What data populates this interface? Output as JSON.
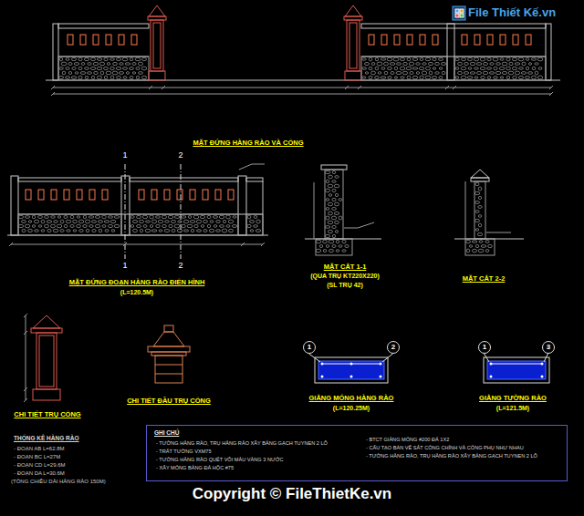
{
  "diagram": {
    "nodes": [
      {
        "text": [
          "GHI CHÚ",
          "- TƯỜNG HÀNG RÀO, TRỤ HÀNG RÀO XÂY BẰNG GẠCH TUYNEN 2 LỖ",
          "- TRÁT TƯỜNG VXM75",
          "- TƯỜNG HÀNG RÀO QUÉT VÔI MÀU VÀNG 3 NƯỚC",
          "- XÂY MÓNG BẰNG ĐÁ HỘC #75",
          "- BTCT GIẰNG MÓNG #200 ĐÁ 1X2",
          "- CẤU TẠO BẢN VẼ SẮT CỔNG CHÍNH VÀ CỔNG PHỤ NHƯ NHAU",
          "- TƯỜNG HÀNG RÀO, TRỤ HÀNG RÀO XÂY BẰNG GẠCH TUYNEN 2 LỖ"
        ]
      },
      {
        "text": [
          "1"
        ]
      },
      {
        "text": [
          "2"
        ]
      },
      {
        "text": [
          "1"
        ]
      },
      {
        "text": [
          "3"
        ]
      }
    ],
    "labels": [
      "File Thiết Kế.vn",
      "MẶT ĐỨNG HÀNG RÀO VÀ CỔNG",
      "1",
      "2",
      "1",
      "2",
      "MẶT ĐỨNG ĐOẠN HÀNG RÀO ĐIỂN HÌNH",
      "(L=120.5M)",
      "MẶT CẮT 1-1",
      "(QUA TRỤ KT220X220)",
      "(SL TRỤ 42)",
      "MẶT CẮT 2-2",
      "CHI TIẾT TRỤ CỔNG",
      "CHI TIẾT ĐẦU TRỤ CỔNG",
      "GIẰNG MÓNG HÀNG RÀO",
      "(L=120.25M)",
      "GIẰNG TƯỜNG RÀO",
      "(L=121.5M)",
      "THỐNG KÊ HÀNG RÀO",
      "- ĐOẠN AB L=62.8M",
      "- ĐOẠN BC L=27M",
      "- ĐOẠN CD L=29.6M",
      "- ĐOẠN DA L=30.6M",
      "(TỔNG CHIỀU DÀI HÀNG RÀO 150M)",
      "Copyright © FileThietKe.vn"
    ]
  }
}
